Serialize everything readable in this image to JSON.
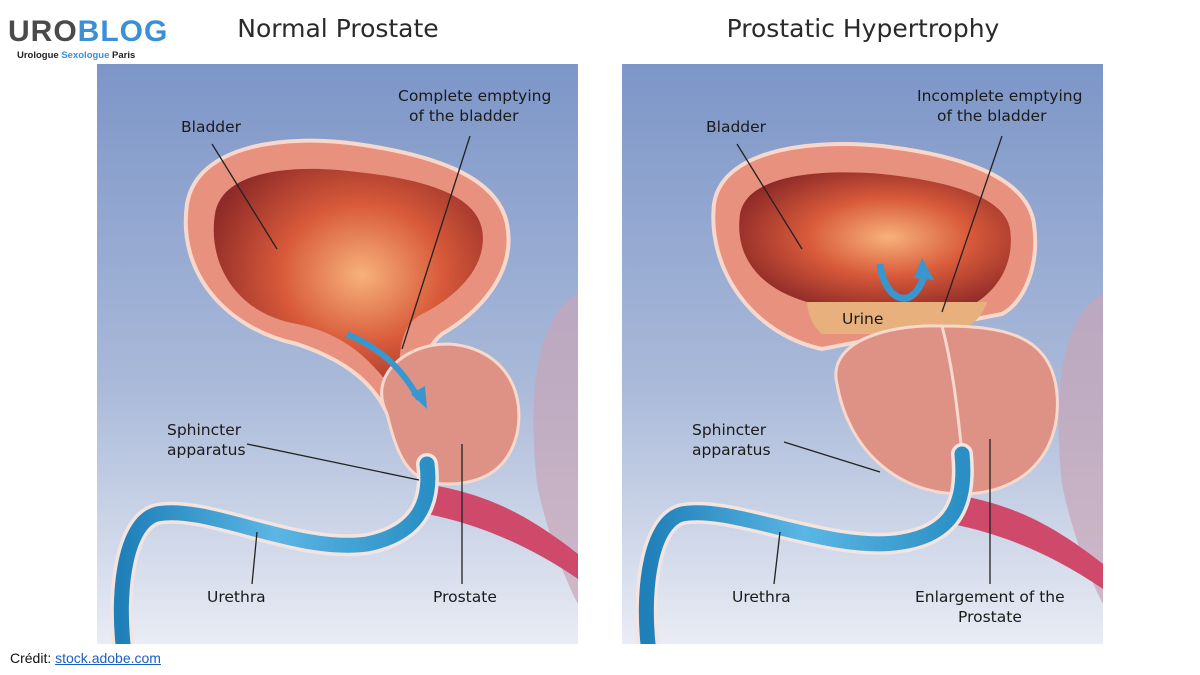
{
  "logo": {
    "uro": "URO",
    "blog": "BLOG",
    "sub_pre": "Urologue ",
    "sub_accent": "Sexologue",
    "sub_post": " Paris"
  },
  "colors": {
    "logo_accent": "#3a8fd6",
    "background_top": "#7d96c8",
    "background_bottom": "#e9ecf4",
    "urethra": "#2a8fc4",
    "bladder_wall": "#e8917e",
    "prostate": "#de9286",
    "arrow": "#3a96cf",
    "vessel": "#cf4a6a"
  },
  "left_panel": {
    "title": "Normal Prostate",
    "labels": {
      "bladder": "Bladder",
      "emptying_1": "Complete emptying",
      "emptying_2": "of the bladder",
      "sphincter_1": "Sphincter",
      "sphincter_2": "apparatus",
      "urethra": "Urethra",
      "prostate": "Prostate"
    }
  },
  "right_panel": {
    "title": "Prostatic Hypertrophy",
    "labels": {
      "bladder": "Bladder",
      "emptying_1": "Incomplete emptying",
      "emptying_2": "of the bladder",
      "urine": "Urine",
      "sphincter_1": "Sphincter",
      "sphincter_2": "apparatus",
      "urethra": "Urethra",
      "enlargement_1": "Enlargement of the",
      "enlargement_2": "Prostate"
    }
  },
  "credit": {
    "label": "Crédit: ",
    "link": "stock.adobe.com"
  }
}
